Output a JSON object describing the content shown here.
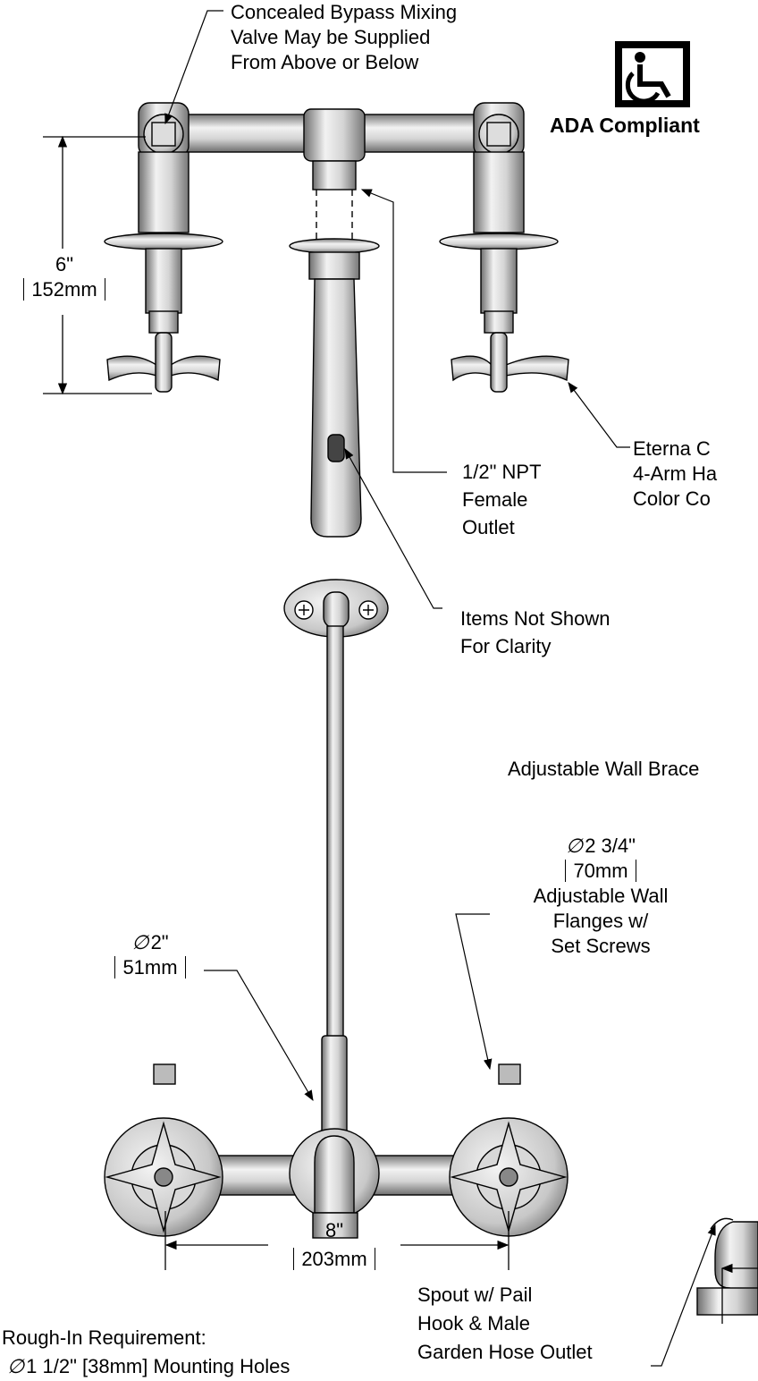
{
  "callouts": {
    "bypass_valve": [
      "Concealed Bypass Mixing",
      "Valve May be Supplied",
      "From Above or Below"
    ],
    "ada": "ADA Compliant",
    "height_in": "6\"",
    "height_mm": "152mm",
    "handle": [
      "Eterna C",
      "4-Arm Ha",
      "Color Co"
    ],
    "outlet": [
      "1/2\" NPT",
      "Female",
      "Outlet"
    ],
    "items_not_shown": [
      "Items Not Shown",
      "For Clarity"
    ],
    "wall_brace": "Adjustable Wall Brace",
    "flange_dia_in": "2 3/4\"",
    "flange_dia_mm": "70mm",
    "flanges": [
      "Adjustable Wall",
      "Flanges w/",
      "Set Screws"
    ],
    "body_dia_in": "2\"",
    "body_dia_mm": "51mm",
    "centers_in": "8\"",
    "centers_mm": "203mm",
    "spout": [
      "Spout w/ Pail",
      "Hook & Male",
      "Garden Hose Outlet"
    ],
    "rough_in": [
      "Rough-In Requirement:",
      "1 1/2\" [38mm] Mounting Holes"
    ]
  },
  "icons": {
    "ada": "wheelchair-icon"
  },
  "colors": {
    "line": "#000000",
    "metal_light": "#e6e6e6",
    "metal_mid": "#b5b5b5",
    "metal_dark": "#6e6e6e"
  }
}
